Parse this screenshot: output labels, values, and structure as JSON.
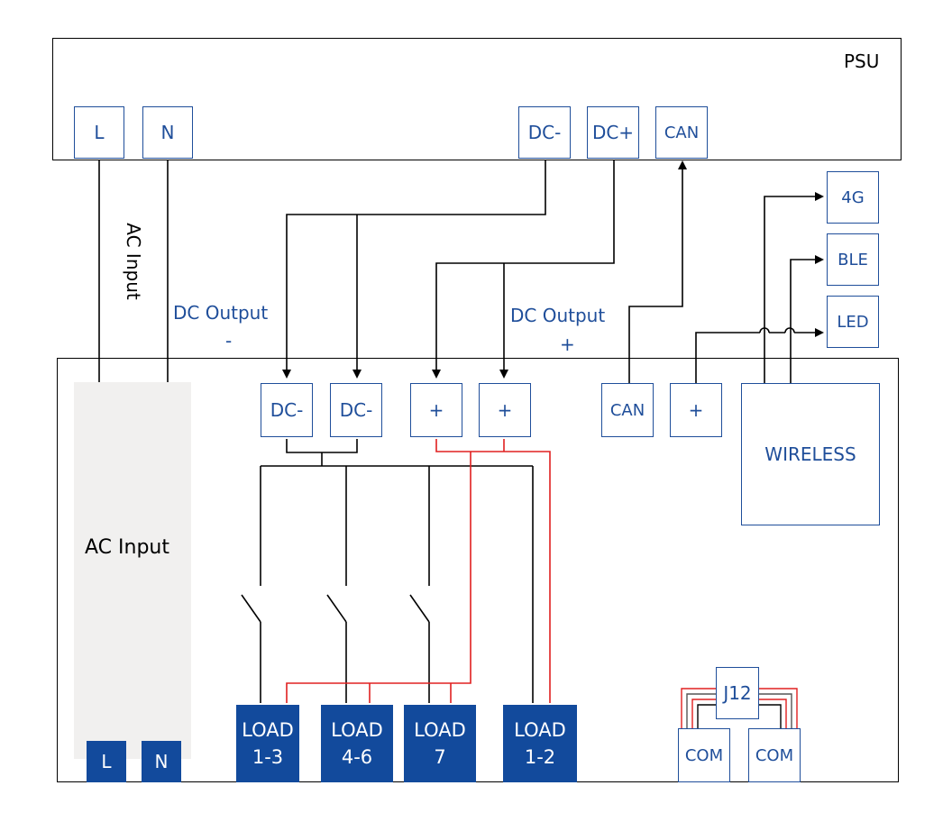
{
  "psu": {
    "title": "PSU",
    "L": "L",
    "N": "N",
    "dc_minus": "DC-",
    "dc_plus": "DC+",
    "can": "CAN"
  },
  "labels": {
    "ac_input_vertical": "AC Input",
    "dc_output_minus_title": "DC Output",
    "dc_output_minus_sign": "-",
    "dc_output_plus_title": "DC Output",
    "dc_output_plus_sign": "+"
  },
  "external_modules": {
    "m4g": "4G",
    "ble": "BLE",
    "led": "LED"
  },
  "controller": {
    "ac_input": "AC Input",
    "ac_L": "L",
    "ac_N": "N",
    "dc_minus_1": "DC-",
    "dc_minus_2": "DC-",
    "plus_1": "+",
    "plus_2": "+",
    "can": "CAN",
    "plus_3": "+",
    "wireless": "WIRELESS",
    "j12": "J12",
    "com_1": "COM",
    "com_2": "COM",
    "loads": [
      "LOAD\n1-3",
      "LOAD\n4-6",
      "LOAD\n7",
      "LOAD\n1-2"
    ]
  },
  "colors": {
    "accent_blue": "#1f4e9a",
    "fill_blue": "#124a9c",
    "wire_red": "#e02020",
    "wire_black": "#000000",
    "panel_gray": "#f1f0ef"
  }
}
